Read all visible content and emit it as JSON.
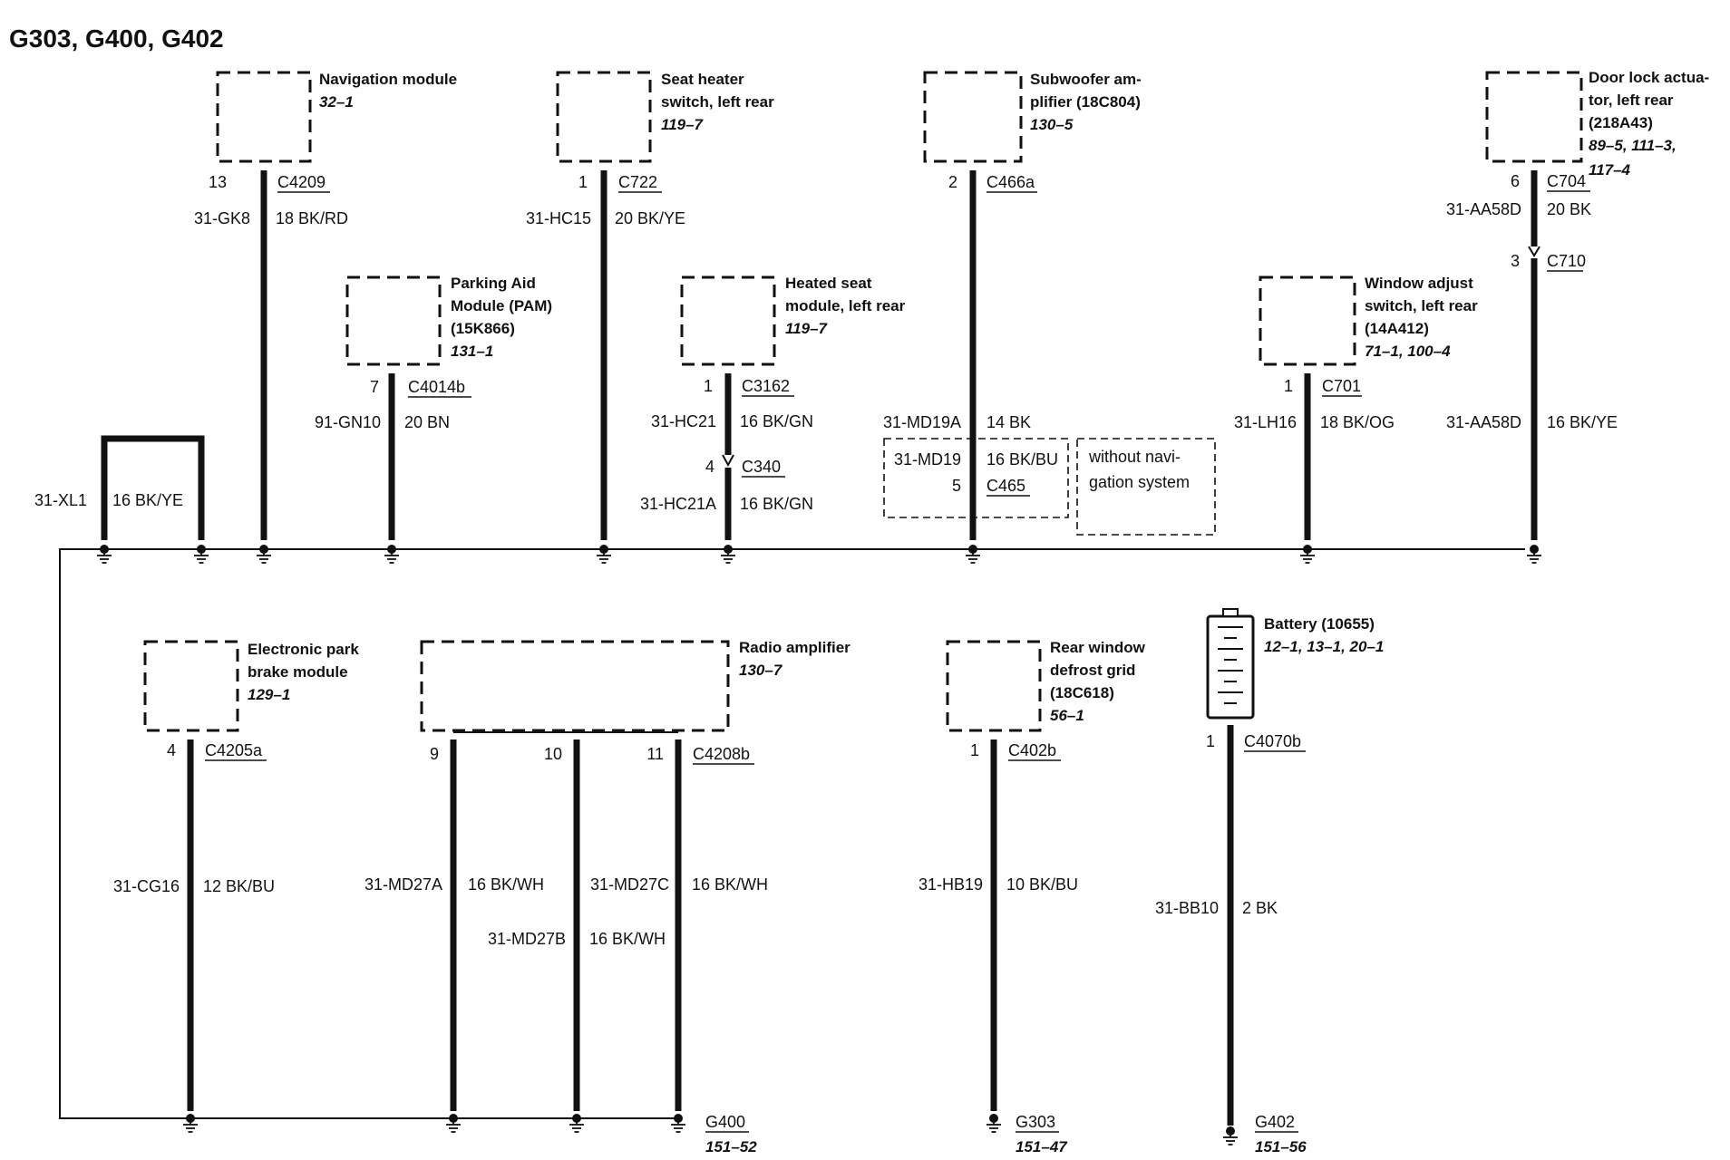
{
  "title": "G303, G400, G402",
  "components": {
    "navigation": {
      "lines": [
        "Navigation module"
      ],
      "ref": "32–1"
    },
    "seat_heater_switch": {
      "lines": [
        "Seat heater",
        "switch, left rear"
      ],
      "ref": "119–7"
    },
    "subwoofer": {
      "lines": [
        "Subwoofer am-",
        "plifier (18C804)"
      ],
      "ref": "130–5"
    },
    "door_lock": {
      "lines": [
        "Door lock actua-",
        "tor, left rear",
        "(218A43)"
      ],
      "refs": [
        "89–5, 111–3,",
        "117–4"
      ]
    },
    "pam": {
      "lines": [
        "Parking Aid",
        "Module (PAM)",
        "(15K866)"
      ],
      "ref": "131–1"
    },
    "heated_seat": {
      "lines": [
        "Heated seat",
        "module, left rear"
      ],
      "ref": "119–7"
    },
    "window_switch": {
      "lines": [
        "Window adjust",
        "switch, left rear",
        "(14A412)"
      ],
      "ref": "71–1, 100–4"
    },
    "epb": {
      "lines": [
        "Electronic park",
        "brake module"
      ],
      "ref": "129–1"
    },
    "radio_amp": {
      "lines": [
        "Radio amplifier"
      ],
      "ref": "130–7"
    },
    "rear_defrost": {
      "lines": [
        "Rear window",
        "defrost grid",
        "(18C618)"
      ],
      "ref": "56–1"
    },
    "battery": {
      "lines": [
        "Battery (10655)"
      ],
      "ref": "12–1, 13–1, 20–1"
    }
  },
  "option_note": {
    "lines": [
      "without navi-",
      "gation system"
    ]
  },
  "connectors": {
    "c4209": {
      "pin": "13",
      "name": "C4209"
    },
    "c722": {
      "pin": "1",
      "name": "C722"
    },
    "c466a": {
      "pin": "2",
      "name": "C466a"
    },
    "c704": {
      "pin": "6",
      "name": "C704"
    },
    "c710": {
      "pin": "3",
      "name": "C710"
    },
    "c4014b": {
      "pin": "7",
      "name": "C4014b"
    },
    "c3162": {
      "pin": "1",
      "name": "C3162"
    },
    "c340": {
      "pin": "4",
      "name": "C340"
    },
    "c465": {
      "pin": "5",
      "name": "C465"
    },
    "c701": {
      "pin": "1",
      "name": "C701"
    },
    "c4205a": {
      "pin": "4",
      "name": "C4205a"
    },
    "c4208b_9": {
      "pin": "9"
    },
    "c4208b_10": {
      "pin": "10"
    },
    "c4208b_11": {
      "pin": "11",
      "name": "C4208b"
    },
    "c402b": {
      "pin": "1",
      "name": "C402b"
    },
    "c4070b": {
      "pin": "1",
      "name": "C4070b"
    }
  },
  "circuits": {
    "xl1": {
      "id": "31-XL1",
      "wire": "16 BK/YE"
    },
    "gk8": {
      "id": "31-GK8",
      "wire": "18 BK/RD"
    },
    "hc15": {
      "id": "31-HC15",
      "wire": "20 BK/YE"
    },
    "aa58d_top": {
      "id": "31-AA58D",
      "wire": "20 BK"
    },
    "gn10": {
      "id": "91-GN10",
      "wire": "20 BN"
    },
    "hc21": {
      "id": "31-HC21",
      "wire": "16 BK/GN"
    },
    "hc21a": {
      "id": "31-HC21A",
      "wire": "16 BK/GN"
    },
    "md19a": {
      "id": "31-MD19A",
      "wire": "14 BK"
    },
    "md19": {
      "id": "31-MD19",
      "wire": "16 BK/BU"
    },
    "lh16": {
      "id": "31-LH16",
      "wire": "18 BK/OG"
    },
    "aa58d_bot": {
      "id": "31-AA58D",
      "wire": "16 BK/YE"
    },
    "cg16": {
      "id": "31-CG16",
      "wire": "12 BK/BU"
    },
    "md27a": {
      "id": "31-MD27A",
      "wire": "16 BK/WH"
    },
    "md27c": {
      "id": "31-MD27C",
      "wire": "16 BK/WH"
    },
    "md27b": {
      "id": "31-MD27B",
      "wire": "16 BK/WH"
    },
    "hb19": {
      "id": "31-HB19",
      "wire": "10 BK/BU"
    },
    "bb10": {
      "id": "31-BB10",
      "wire": "2 BK"
    }
  },
  "grounds": {
    "g400": {
      "name": "G400",
      "ref": "151–52"
    },
    "g303": {
      "name": "G303",
      "ref": "151–47"
    },
    "g402": {
      "name": "G402",
      "ref": "151–56"
    }
  }
}
